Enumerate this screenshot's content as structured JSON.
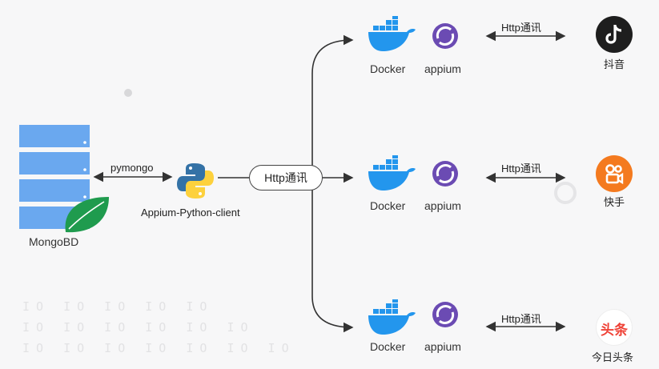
{
  "database": {
    "label": "MongoBD"
  },
  "link_db_client": {
    "label": "pymongo"
  },
  "client": {
    "label": "Appium-Python-client"
  },
  "hub": {
    "label": "Http通讯"
  },
  "nodes": [
    {
      "docker_label": "Docker",
      "appium_label": "appium",
      "link_label": "Http通讯",
      "app_label": "抖音",
      "app_color": "#1e1e1e"
    },
    {
      "docker_label": "Docker",
      "appium_label": "appium",
      "link_label": "Http通讯",
      "app_label": "快手",
      "app_color": "#f47a1f"
    },
    {
      "docker_label": "Docker",
      "appium_label": "appium",
      "link_label": "Http通讯",
      "app_label": "今日头条",
      "app_color": "#ef4136",
      "app_logo_text": "头条"
    }
  ],
  "colors": {
    "server": "#6aa8ef",
    "leaf": "#1f9b4e",
    "docker": "#2396ed",
    "appium": "#6b4bb3"
  }
}
